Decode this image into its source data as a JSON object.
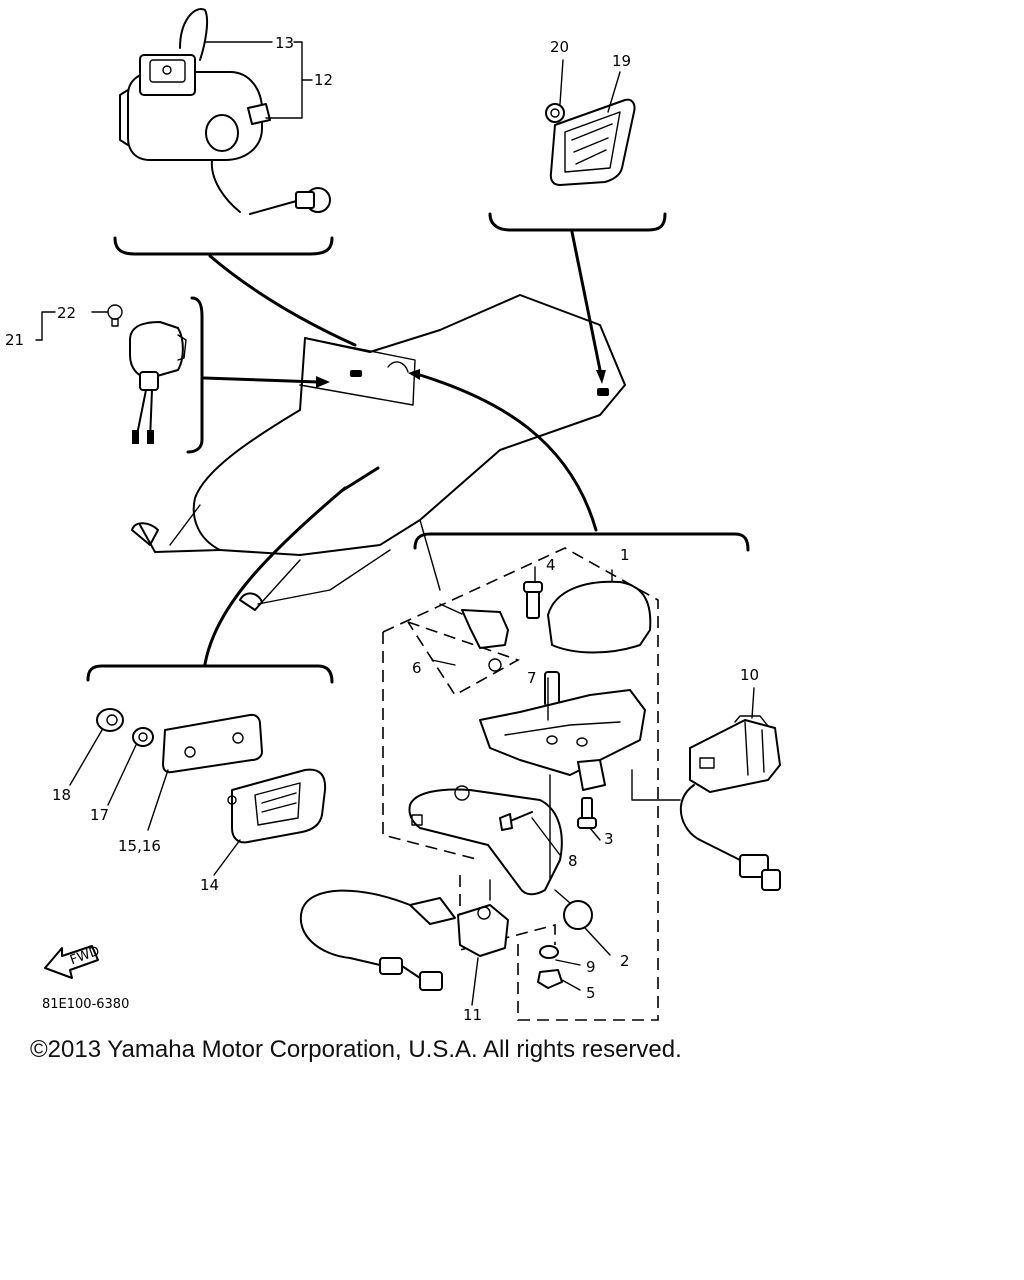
{
  "diagram": {
    "drawing_code": "81E100-6380",
    "fwd_mark": "FWD",
    "labels": {
      "p1": "1",
      "p2": "2",
      "p3": "3",
      "p4": "4",
      "p5": "5",
      "p6": "6",
      "p7": "7",
      "p8": "8",
      "p9": "9",
      "p10": "10",
      "p11": "11",
      "p12": "12",
      "p13": "13",
      "p14": "14",
      "p15_16": "15,16",
      "p17": "17",
      "p18": "18",
      "p19": "19",
      "p20": "20",
      "p21": "21",
      "p22": "22"
    }
  },
  "footer": {
    "copyright": "©2013 Yamaha Motor Corporation, U.S.A. All rights reserved."
  }
}
